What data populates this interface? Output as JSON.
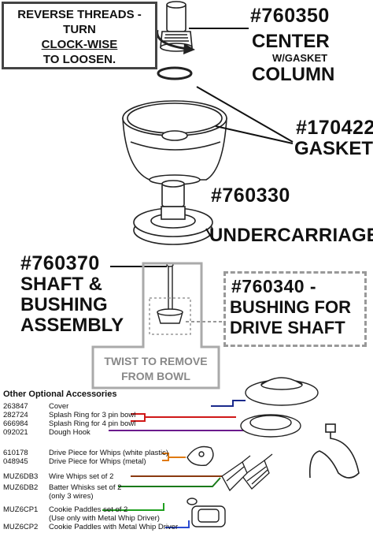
{
  "reverse_note": {
    "line1": "REVERSE THREADS -",
    "line2": "TURN",
    "line3": "CLOCK-WISE",
    "line4": "TO LOOSEN."
  },
  "parts": {
    "center_column": {
      "number": "#760350",
      "line1": "CENTER",
      "line2": "W/GASKET",
      "line3": "COLUMN"
    },
    "gasket": {
      "number": "#170422",
      "label": "GASKET"
    },
    "undercarriage": {
      "number": "#760330",
      "label": "UNDERCARRIAGE"
    },
    "shaft": {
      "number": "#760370",
      "line1": "SHAFT &",
      "line2": "BUSHING",
      "line3": "ASSEMBLY"
    },
    "bushing": {
      "number": "#760340 -",
      "line1": "BUSHING FOR",
      "line2": "DRIVE SHAFT"
    }
  },
  "twist_note": {
    "line1": "TWIST TO REMOVE",
    "line2": "FROM BOWL"
  },
  "accessories": {
    "title": "Other Optional Accessories",
    "items": [
      {
        "code": "263847",
        "desc": "Cover",
        "color": "#1a2a8c"
      },
      {
        "code": "282724",
        "desc": "Splash Ring for 3 pin bowl",
        "color": "#d01818"
      },
      {
        "code": "666984",
        "desc": "Splash Ring for 4 pin bowl",
        "color": "#d01818"
      },
      {
        "code": "092021",
        "desc": "Dough Hook",
        "color": "#6a1a8c"
      },
      {
        "code": "610178",
        "desc": "Drive Piece for Whips (white plastic)",
        "color": "#e07a10"
      },
      {
        "code": "048945",
        "desc": "Drive Piece for Whips (metal)",
        "color": "#e07a10"
      },
      {
        "code": "MUZ6DB3",
        "desc": "Wire Whips    set of 2",
        "color": "#8a3a10"
      },
      {
        "code": "MUZ6DB2",
        "desc": "Batter Whisks   set of 2",
        "color": "#1a7a1a"
      },
      {
        "code": "",
        "desc": "(only 3 wires)",
        "color": ""
      },
      {
        "code": "MUZ6CP1",
        "desc": "Cookie Paddles set of 2",
        "color": "#20a020"
      },
      {
        "code": "",
        "desc": "(Use only with Metal Whip Driver)",
        "color": ""
      },
      {
        "code": "MUZ6CP2",
        "desc": "Cookie Paddles with Metal Whip Driver",
        "color": "#2a4ad0"
      }
    ]
  }
}
